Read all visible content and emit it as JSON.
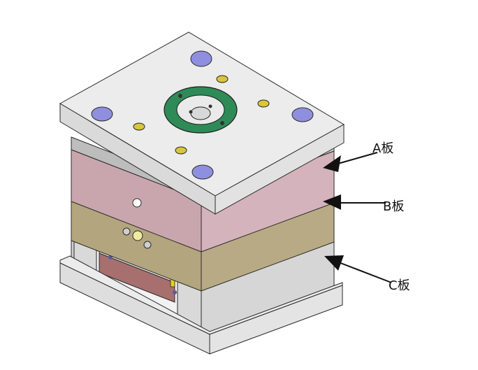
{
  "callouts": {
    "a_plate": "A板",
    "b_plate": "B板",
    "c_plate": "C板"
  },
  "colors": {
    "top_plate": "#e6e6e6",
    "a_plate": "#c9a6ae",
    "b_plate": "#b3a57e",
    "c_plate": "#d7d7d7",
    "base_plate": "#e0e0e0",
    "locating_ring": "#2e8b57",
    "guide_bushing": "#8f8fe0",
    "screw": "#d9c63a",
    "pin": "#e3d21a",
    "outline": "#2a2a2a"
  }
}
